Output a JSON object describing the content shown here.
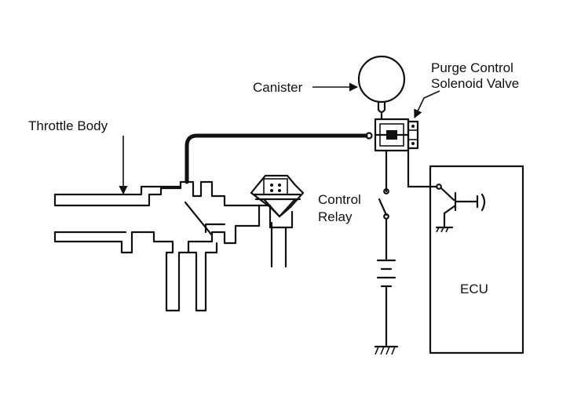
{
  "diagram": {
    "labels": {
      "throttle_body": "Throttle Body",
      "canister": "Canister",
      "purge_valve_line1": "Purge Control",
      "purge_valve_line2": "Solenoid Valve",
      "control_relay_line1": "Control",
      "control_relay_line2": "Relay",
      "ecu": "ECU"
    },
    "colors": {
      "ink": "#111111",
      "paper": "#ffffff"
    }
  }
}
